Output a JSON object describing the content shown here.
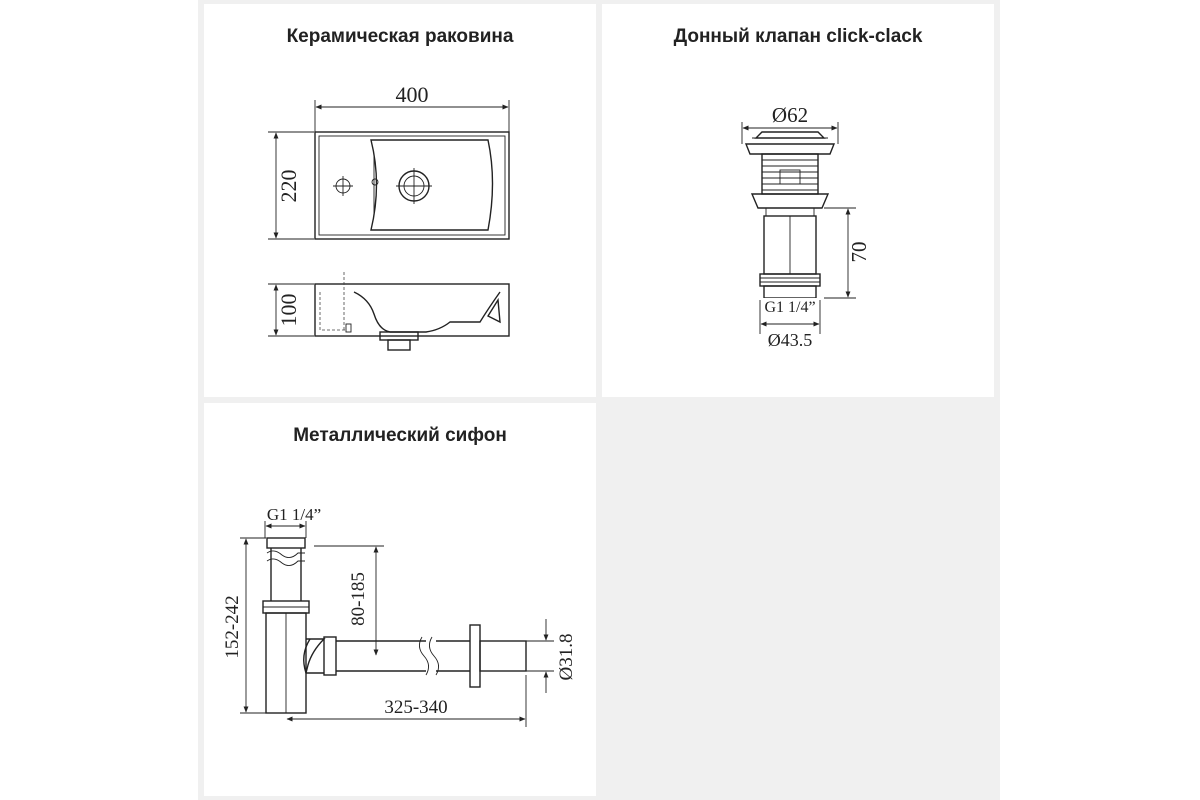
{
  "panels": {
    "sink": {
      "title": "Керамическая раковина",
      "dim_width": "400",
      "dim_height": "220",
      "dim_depth": "100"
    },
    "valve": {
      "title": "Донный клапан click-clack",
      "dim_top_diameter": "Ø62",
      "dim_height": "70",
      "dim_thread": "G1 1/4”",
      "dim_bottom_diameter": "Ø43.5"
    },
    "siphon": {
      "title": "Металлический сифон",
      "dim_thread": "G1 1/4”",
      "dim_total_height": "152-242",
      "dim_outlet_height": "80-185",
      "dim_length": "325-340",
      "dim_pipe_diameter": "Ø31.8"
    }
  },
  "colors": {
    "line": "#222222",
    "panel_bg": "#ffffff",
    "gap_bg": "#f0f0f0"
  }
}
